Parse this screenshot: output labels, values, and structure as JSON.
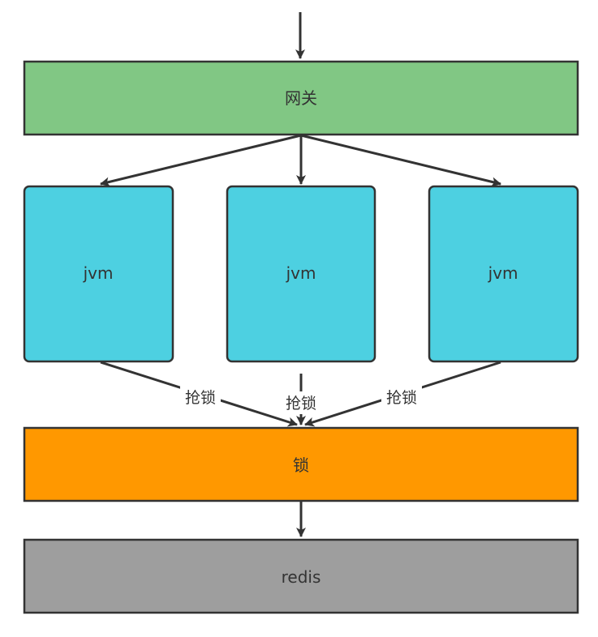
{
  "nodes": {
    "gateway": {
      "label": "网关",
      "fill": "#81c784"
    },
    "jvm_left": {
      "label": "jvm",
      "fill": "#4dd0e1"
    },
    "jvm_center": {
      "label": "jvm",
      "fill": "#4dd0e1"
    },
    "jvm_right": {
      "label": "jvm",
      "fill": "#4dd0e1"
    },
    "lock": {
      "label": "锁",
      "fill": "#ff9800"
    },
    "redis": {
      "label": "redis",
      "fill": "#9e9e9e"
    }
  },
  "edges": {
    "left_to_lock": {
      "label": "抢锁"
    },
    "center_to_lock": {
      "label": "抢锁"
    },
    "right_to_lock": {
      "label": "抢锁"
    }
  },
  "colors": {
    "stroke": "#333333",
    "arrow": "#333333"
  }
}
